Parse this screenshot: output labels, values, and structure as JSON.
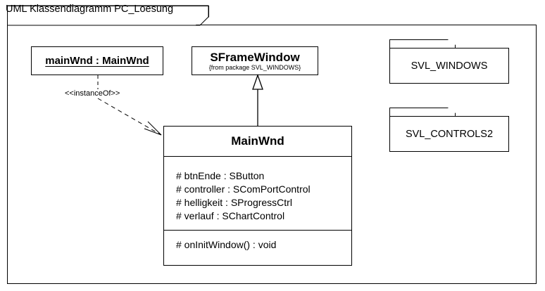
{
  "diagram": {
    "frame_title": "UML Klassendiagramm PC_Loesung",
    "object_box": {
      "label": "mainWnd : MainWnd"
    },
    "base_class": {
      "name": "SFrameWindow",
      "from_package": "{from package SVL_WINDOWS}"
    },
    "main_class": {
      "name": "MainWnd",
      "attributes": [
        "# btnEnde : SButton",
        "# controller : SComPortControl",
        "# helligkeit : SProgressCtrl",
        "# verlauf : SChartControl"
      ],
      "operations": [
        "# onInitWindow() : void"
      ]
    },
    "relations": {
      "instance_of_label": "<<instanceOf>>",
      "generalization": "generalization-arrow"
    },
    "packages": [
      {
        "name": "SVL_WINDOWS"
      },
      {
        "name": "SVL_CONTROLS2"
      }
    ],
    "colors": {
      "line": "#000000",
      "background": "#ffffff"
    }
  }
}
